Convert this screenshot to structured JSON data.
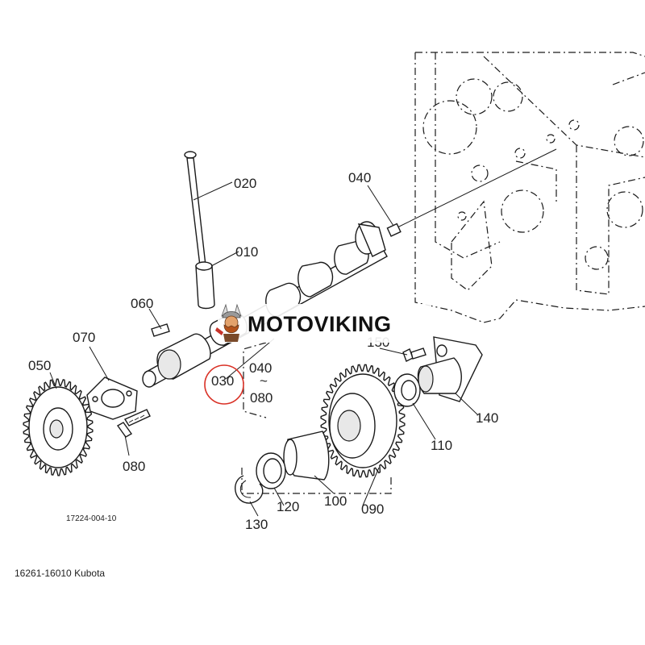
{
  "diagram": {
    "callouts": {
      "c010": "010",
      "c020": "020",
      "c030": "030",
      "c040a": "040",
      "c040b": "040",
      "c050": "050",
      "c060": "060",
      "c070": "070",
      "c080a": "080",
      "c080b": "080",
      "c090": "090",
      "c100": "100",
      "c110": "110",
      "c120": "120",
      "c130": "130",
      "c140": "140",
      "c150": "150"
    },
    "range_tilde": "~",
    "drawing_number": "17224-004-10",
    "highlight_color": "#d93025"
  },
  "brand": {
    "name": "MOTOVIKING",
    "logo_icon": "viking-mascot-icon"
  },
  "caption": "16261-16010 Kubota"
}
